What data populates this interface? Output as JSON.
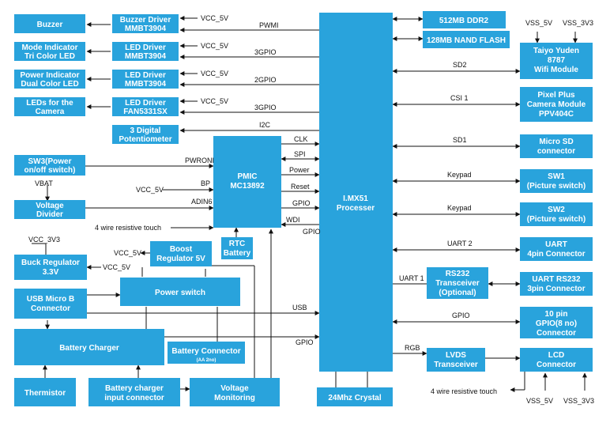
{
  "blocks": {
    "buzzer": "Buzzer",
    "buzzer_driver": [
      "Buzzer Driver",
      "MMBT3904"
    ],
    "mode_indicator": [
      "Mode Indicator",
      "Tri Color LED"
    ],
    "led_driver_1": [
      "LED Driver",
      "MMBT3904"
    ],
    "power_indicator": [
      "Power Indicator",
      "Dual Color LED"
    ],
    "led_driver_2": [
      "LED Driver",
      "MMBT3904"
    ],
    "leds_camera": [
      "LEDs for the",
      "Camera"
    ],
    "led_driver_3": [
      "LED Driver",
      "FAN5331SX"
    ],
    "potentiometer": [
      "3 Digital",
      "Potentiometer"
    ],
    "sw3": [
      "SW3(Power",
      "on/off switch)"
    ],
    "voltage_divider": [
      "Voltage",
      "Divider"
    ],
    "pmic": [
      "PMIC",
      "MC13892"
    ],
    "rtc": [
      "RTC",
      "Battery"
    ],
    "boost": [
      "Boost",
      "Regulator 5V"
    ],
    "buck": [
      "Buck Regulator",
      "3.3V"
    ],
    "usb_micro_b": [
      "USB Micro B",
      "Connector"
    ],
    "power_switch": "Power switch",
    "battery_charger": "Battery Charger",
    "battery_connector": "Battery  Connector",
    "battery_connector_sub": "(AA 2no)",
    "thermistor": "Thermistor",
    "charger_input": [
      "Battery charger",
      "input connector"
    ],
    "voltage_monitoring": [
      "Voltage",
      "Monitoring"
    ],
    "crystal": "24Mhz Crystal",
    "imx51": [
      "I.MX51",
      "Processer"
    ],
    "ddr2": "512MB DDR2",
    "nand": "128MB NAND FLASH",
    "wifi": [
      "Taiyo Yuden",
      "8787",
      "Wifi Module"
    ],
    "camera_module": [
      "Pixel Plus",
      "Camera Module",
      "PPV404C"
    ],
    "microsd": [
      "Micro SD",
      "connector"
    ],
    "sw1": [
      "SW1",
      "(Picture switch)"
    ],
    "sw2": [
      "SW2",
      "(Picture switch)"
    ],
    "uart4": [
      "UART",
      "4pin Connector"
    ],
    "rs232_trans": [
      "RS232",
      "Transceiver",
      "(Optional)"
    ],
    "uart_rs232": [
      "UART RS232",
      "3pin Connector"
    ],
    "gpio10": [
      "10 pin",
      "GPIO(8 no)",
      "Connector"
    ],
    "lvds": [
      "LVDS",
      "Transceiver"
    ],
    "lcd": [
      "LCD",
      "Connector"
    ]
  },
  "labels": {
    "vcc5v": "VCC_5V",
    "vcc_5v_bp": "VCC_5V",
    "vbat": "VBAT",
    "vcc3v3": "VCC_3V3",
    "vss5v": "VSS_5V",
    "vss3v3": "VSS_3V3",
    "pwmi": "PWMI",
    "gpio3": "3GPIO",
    "gpio2": "2GPIO",
    "i2c": "I2C",
    "clk": "CLK",
    "spi": "SPI",
    "power": "Power",
    "reset": "Reset",
    "gpio": "GPIO",
    "wdi": "WDI",
    "pwroni": "PWRONI",
    "bp": "BP",
    "adin6": "ADIN6",
    "touch": "4 wire resistive touch",
    "usb": "USB",
    "sd2": "SD2",
    "csi1": "CSI 1",
    "sd1": "SD1",
    "keypad": "Keypad",
    "uart2": "UART 2",
    "uart1": "UART 1",
    "rgb": "RGB"
  }
}
